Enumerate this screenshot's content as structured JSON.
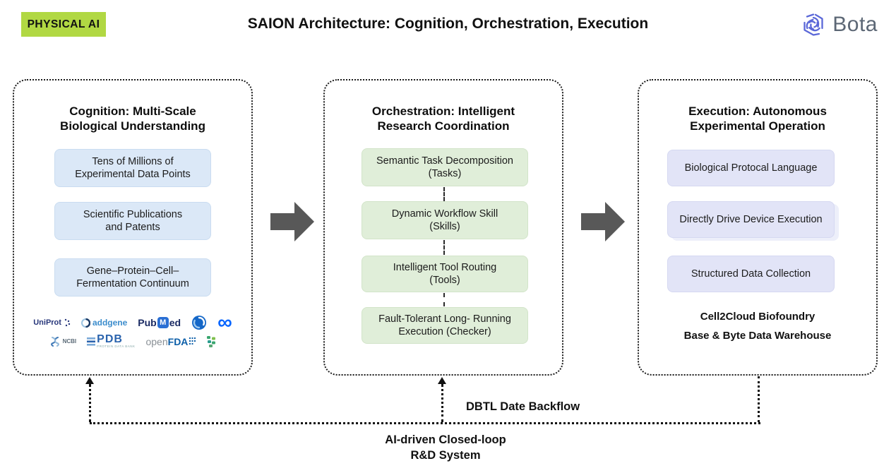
{
  "header": {
    "badge_label": "PHYSICAL AI",
    "title": "SAION Architecture: Cognition, Orchestration, Execution",
    "brand_name": "Bota"
  },
  "colors": {
    "badge_bg": "#b1d843",
    "cognition_card_bg": "#dbe8f7",
    "orchestration_card_bg": "#e0eed9",
    "execution_card_bg": "#e2e4f7",
    "arrow_gray": "#585858",
    "brand_icon_blue": "#5b68d8"
  },
  "cognition": {
    "title_line1": "Cognition: Multi-Scale",
    "title_line2": "Biological Understanding",
    "cards": [
      {
        "line1": "Tens of Millions of",
        "line2": "Experimental Data Points"
      },
      {
        "line1": "Scientific Publications",
        "line2": "and Patents"
      },
      {
        "line1": "Gene–Protein–Cell–",
        "line2": "Fermentation Continuum"
      }
    ],
    "logos": {
      "uniprot": "UniProt",
      "addgene": "addgene",
      "pubmed_pub": "Pub",
      "pubmed_m": "M",
      "pubmed_ed": "ed",
      "ncbi": "NCBI",
      "pdb": "PDB",
      "pdb_sub": "PROTEIN DATA BANK",
      "openfda_open": "open",
      "openfda_fda": "FDA"
    }
  },
  "orchestration": {
    "title_line1": "Orchestration: Intelligent",
    "title_line2": "Research Coordination",
    "cards": [
      {
        "line1": "Semantic Task Decomposition",
        "line2": "(Tasks)"
      },
      {
        "line1": "Dynamic Workflow Skill",
        "line2": "(Skills)"
      },
      {
        "line1": "Intelligent Tool Routing",
        "line2": "(Tools)"
      },
      {
        "line1": "Fault-Tolerant Long- Running",
        "line2": "Execution (Checker)"
      }
    ]
  },
  "execution": {
    "title_line1": "Execution: Autonomous",
    "title_line2": "Experimental Operation",
    "cards": [
      {
        "line1": "Biological Protocal Language"
      },
      {
        "line1": "Directly Drive Device Execution"
      },
      {
        "line1": "Structured Data Collection"
      }
    ],
    "footnote_line1": "Cell2Cloud Biofoundry",
    "footnote_line2": "Base & Byte Data Warehouse"
  },
  "feedback": {
    "backflow_label": "DBTL Date Backflow",
    "loop_label_line1": "AI-driven Closed-loop",
    "loop_label_line2": "R&D System"
  }
}
